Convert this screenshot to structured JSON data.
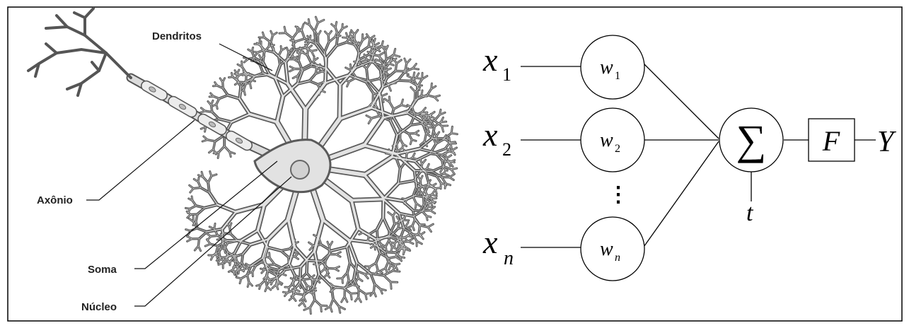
{
  "neuron": {
    "labels": {
      "dendrites": "Dendritos",
      "axon": "Axônio",
      "soma": "Soma",
      "nucleus": "Núcleo"
    },
    "colors": {
      "membrane": "#5a5a5a",
      "fill": "#e2e2e2",
      "outline": "#000000"
    }
  },
  "perceptron": {
    "inputs": [
      {
        "symbol": "x",
        "sub": "1"
      },
      {
        "symbol": "x",
        "sub": "2"
      },
      {
        "symbol": "x",
        "sub": "n"
      }
    ],
    "weights": [
      {
        "symbol": "w",
        "sub": "1"
      },
      {
        "symbol": "w",
        "sub": "2"
      },
      {
        "symbol": "w",
        "sub": "n"
      }
    ],
    "ellipsis": "⋮",
    "sum_symbol": "∑",
    "threshold": "t",
    "activation": "F",
    "output": "Y"
  }
}
